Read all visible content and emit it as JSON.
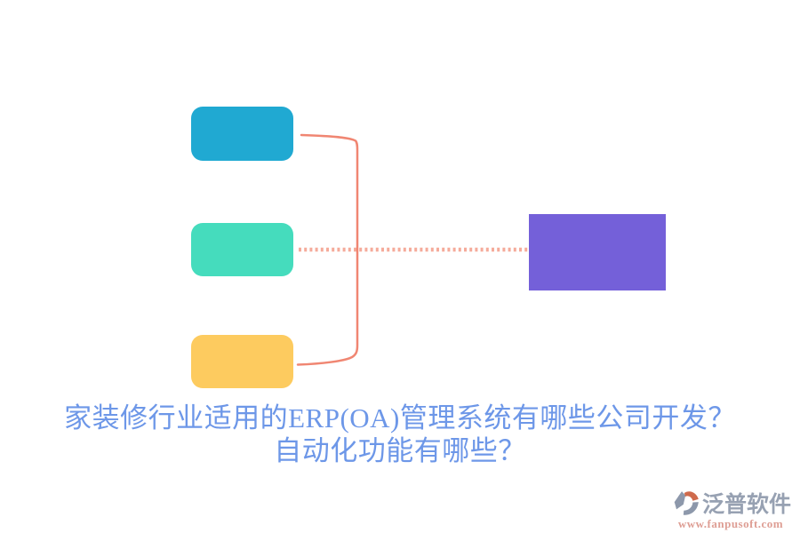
{
  "canvas": {
    "background": "#ffffff"
  },
  "diagram": {
    "nodes": [
      {
        "id": "top-left-box",
        "color": "#20A9D2"
      },
      {
        "id": "middle-left-box",
        "color": "#45DCBD"
      },
      {
        "id": "bottom-left-box",
        "color": "#FDCB5F"
      },
      {
        "id": "right-box",
        "color": "#7460D9"
      }
    ],
    "solid_connector_color": "#F08672",
    "dotted_connector_color": "#F5AB9B"
  },
  "caption": {
    "line1": "家装修行业适用的ERP(OA)管理系统有哪些公司开发？",
    "line2": "自动化功能有哪些？",
    "color": "#6D97E8"
  },
  "watermark": {
    "brand": "泛普软件",
    "url": "www.fanpusoft.com",
    "brand_color": "#97A1B2",
    "url_color": "#DE9E94",
    "mark_gray": "#8D98AB",
    "mark_orange": "#CF6A4C"
  }
}
